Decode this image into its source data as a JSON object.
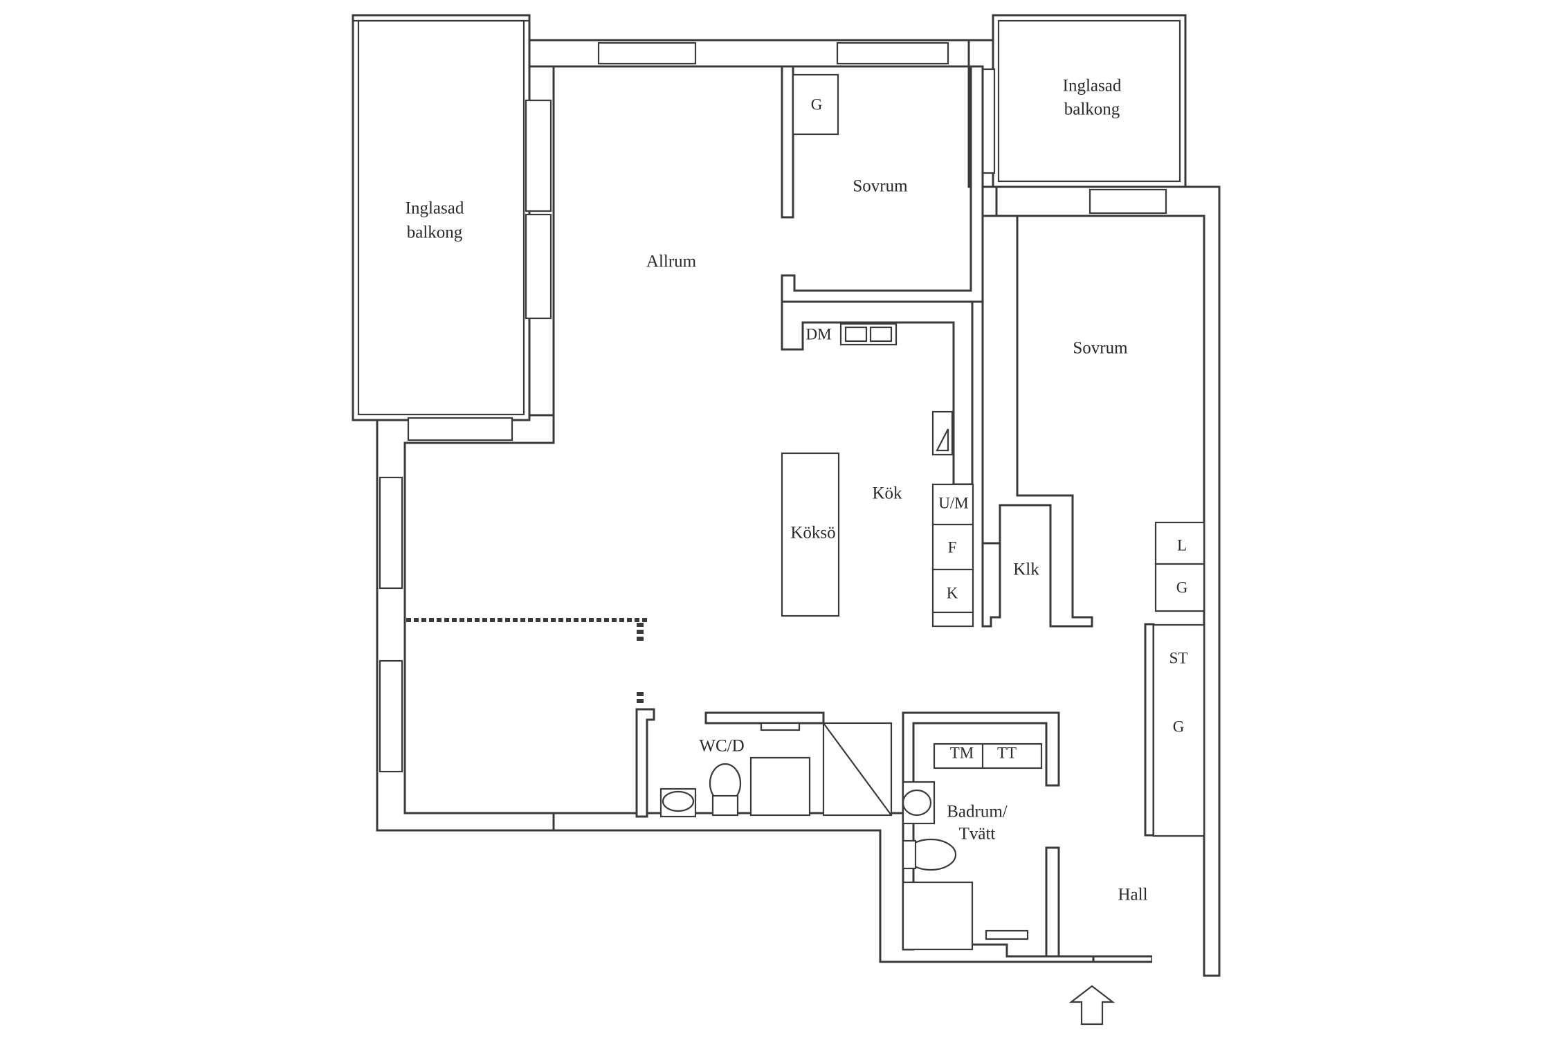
{
  "rooms": {
    "balcony_left_line1": "Inglasad",
    "balcony_left_line2": "balkong",
    "balcony_right_line1": "Inglasad",
    "balcony_right_line2": "balkong",
    "allrum": "Allrum",
    "sovrum_top": "Sovrum",
    "sovrum_right": "Sovrum",
    "kok": "Kök",
    "koksö": "Köksö",
    "klk": "Klk",
    "wcd": "WC/D",
    "badrum_line1": "Badrum/",
    "badrum_line2": "Tvätt",
    "hall": "Hall"
  },
  "fixtures": {
    "g_sovrum": "G",
    "dm": "DM",
    "um": "U/M",
    "f": "F",
    "k": "K",
    "l": "L",
    "g_hall_top": "G",
    "st": "ST",
    "g_hall_bottom": "G",
    "tm": "TM",
    "tt": "TT"
  }
}
